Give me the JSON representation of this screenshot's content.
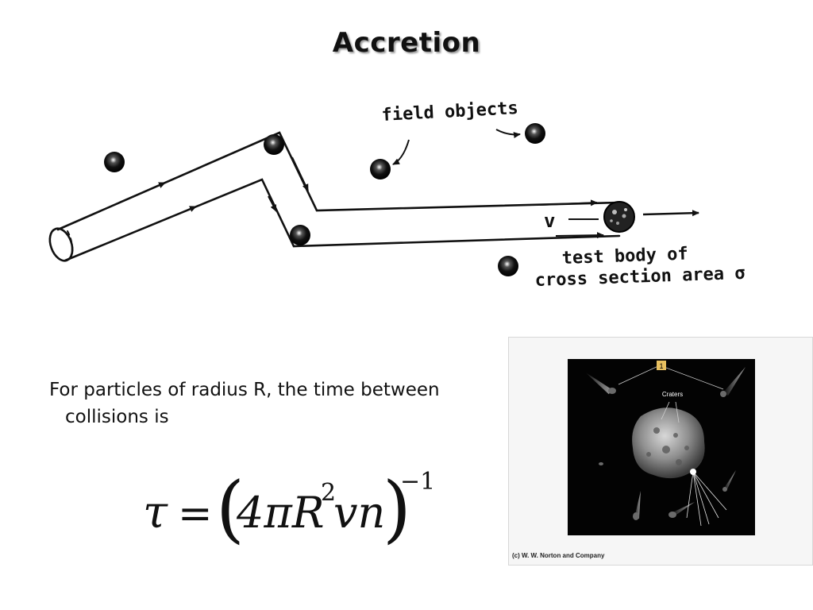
{
  "slide": {
    "title": "Accretion",
    "body_line1": "For particles of radius R, the time between",
    "body_line2": "collisions is"
  },
  "diagram": {
    "label_field_objects": "field objects",
    "label_v": "v",
    "label_test_body_1": "test body of",
    "label_test_body_2": "cross section area σ"
  },
  "formula": {
    "lhs": "τ",
    "eq": "=",
    "open": "(",
    "term": "4πR",
    "exp2": "2",
    "rest": "vn",
    "close": ")",
    "exp": "−1"
  },
  "photo": {
    "marker": "1",
    "label": "Craters",
    "credit": "(c) W. W. Norton and Company"
  }
}
